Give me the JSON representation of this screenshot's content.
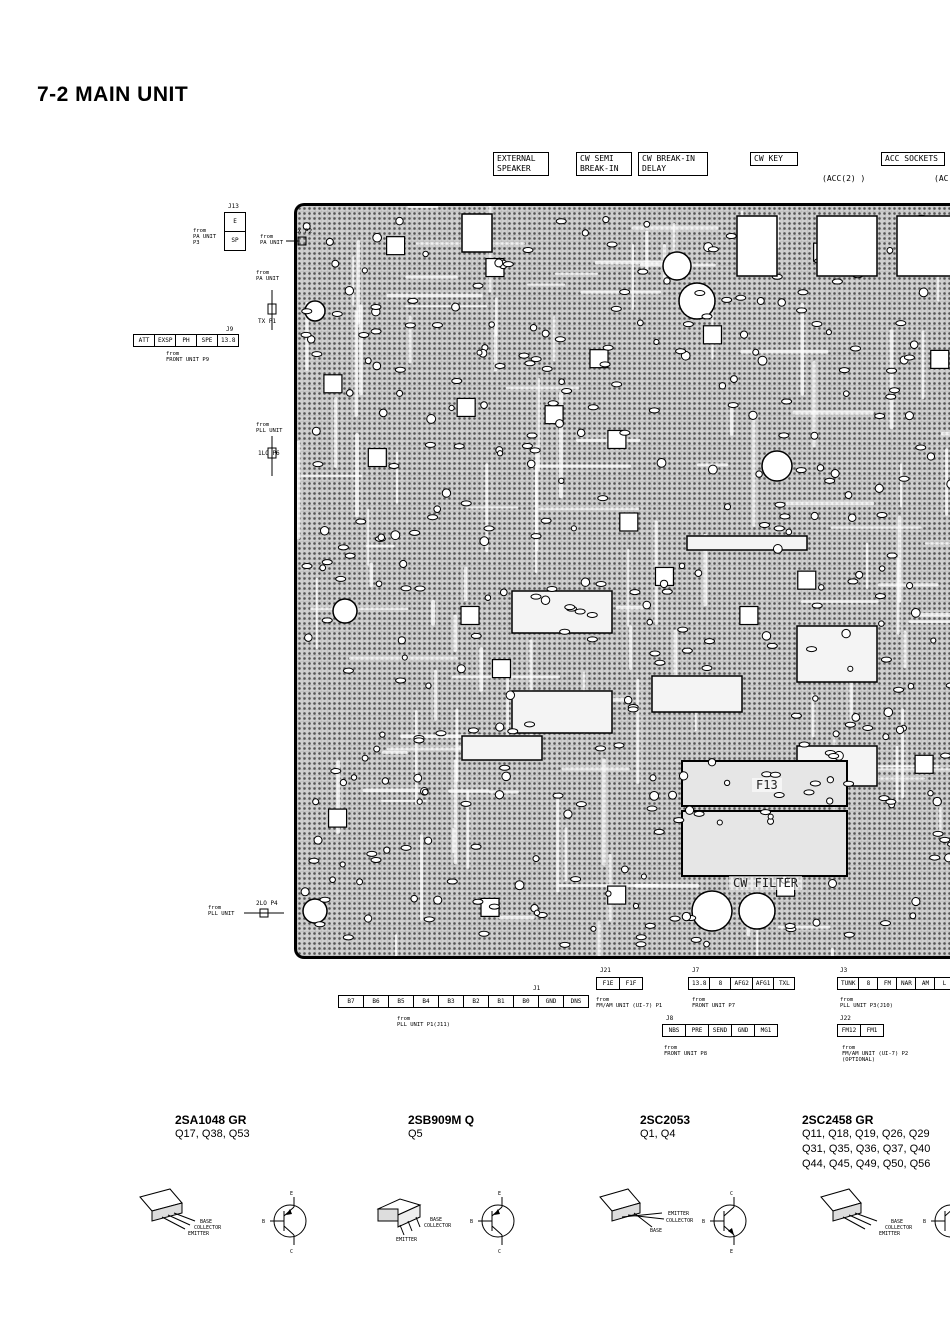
{
  "title": "7-2  MAIN UNIT",
  "top_labels": [
    {
      "id": "ext_speaker",
      "text": "EXTERNAL\nSPEAKER"
    },
    {
      "id": "cw_semi",
      "text": "CW SEMI\nBREAK-IN"
    },
    {
      "id": "cw_breakin",
      "text": "CW BREAK-IN\nDELAY"
    },
    {
      "id": "cw_key",
      "text": "CW KEY"
    },
    {
      "id": "acc_sockets",
      "text": "ACC SOCKETS"
    }
  ],
  "acc_labels": [
    "(ACC(2) )",
    "(AC"
  ],
  "board_labels": {
    "f13": "F13",
    "cw_filter": "CW FILTER"
  },
  "left_notes": {
    "j13_from": "from\nPA UNIT\nP3",
    "j13_id": "J13",
    "j13_pins": [
      "E",
      "SP"
    ],
    "p2_from": "from\nPA UNIT",
    "p2_tag": "RX  P2",
    "p1_from": "from\nPA UNIT",
    "p1_tag": "TX\nP1",
    "j9_id": "J9",
    "j9_pins": [
      "ATT",
      "EXSP",
      "PH",
      "SPE",
      "13.8"
    ],
    "j9_from": "from\nFRONT UNIT P9",
    "p6_from": "from\nPLL UNIT",
    "p6_tag": "1LO\nP6",
    "p4_from": "from\nPLL UNIT",
    "p4_tag": "2LO  P4"
  },
  "connectors": {
    "j1": {
      "id": "J1",
      "pins": [
        "B7",
        "B6",
        "B5",
        "B4",
        "B3",
        "B2",
        "B1",
        "B0",
        "GND",
        "DNS"
      ],
      "from": "from\nPLL UNIT P1(J11)"
    },
    "j21": {
      "id": "J21",
      "pins": [
        "F1E",
        "F1F"
      ],
      "from": "from\nFM/AM UNIT (UI-7) P1"
    },
    "j7": {
      "id": "J7",
      "pins": [
        "13.8",
        "8",
        "AFG2",
        "AFG1",
        "TXL"
      ],
      "from": "from\nFRONT UNIT P7"
    },
    "j8": {
      "id": "J8",
      "pins": [
        "NBS",
        "PRE",
        "SEND",
        "GND",
        "MG1"
      ],
      "from": "from\nFRONT UNIT P8"
    },
    "j3": {
      "id": "J3",
      "pins": [
        "TUNK",
        "8",
        "FM",
        "NAR",
        "AM",
        "L"
      ],
      "from": "from\nPLL UNIT P3(J10)"
    },
    "j22": {
      "id": "J22",
      "pins": [
        "FM12",
        "FM1"
      ],
      "from": "from\nFM/AM UNIT (UI-7) P2\n(OPTIONAL)"
    }
  },
  "transistors": [
    {
      "name": "2SA1048 GR",
      "refs": "Q17, Q38, Q53",
      "pins": [
        "BASE",
        "COLLECTOR",
        "EMITTER"
      ],
      "letters": [
        "E",
        "B",
        "C"
      ]
    },
    {
      "name": "2SB909M Q",
      "refs": "Q5",
      "pins": [
        "BASE",
        "COLLECTOR",
        "EMITTER"
      ],
      "letters": [
        "E",
        "B",
        "C"
      ]
    },
    {
      "name": "2SC2053",
      "refs": "Q1, Q4",
      "pins": [
        "EMITTER",
        "COLLECTOR",
        "BASE"
      ],
      "letters": [
        "C",
        "B",
        "E"
      ]
    },
    {
      "name": "2SC2458 GR",
      "refs": "Q11, Q18, Q19, Q26, Q29\nQ31, Q35, Q36, Q37, Q40\nQ44, Q45, Q49, Q50, Q56",
      "pins": [
        "BASE",
        "COLLECTOR",
        "EMITTER"
      ],
      "letters": [
        "",
        "B",
        ""
      ]
    }
  ]
}
